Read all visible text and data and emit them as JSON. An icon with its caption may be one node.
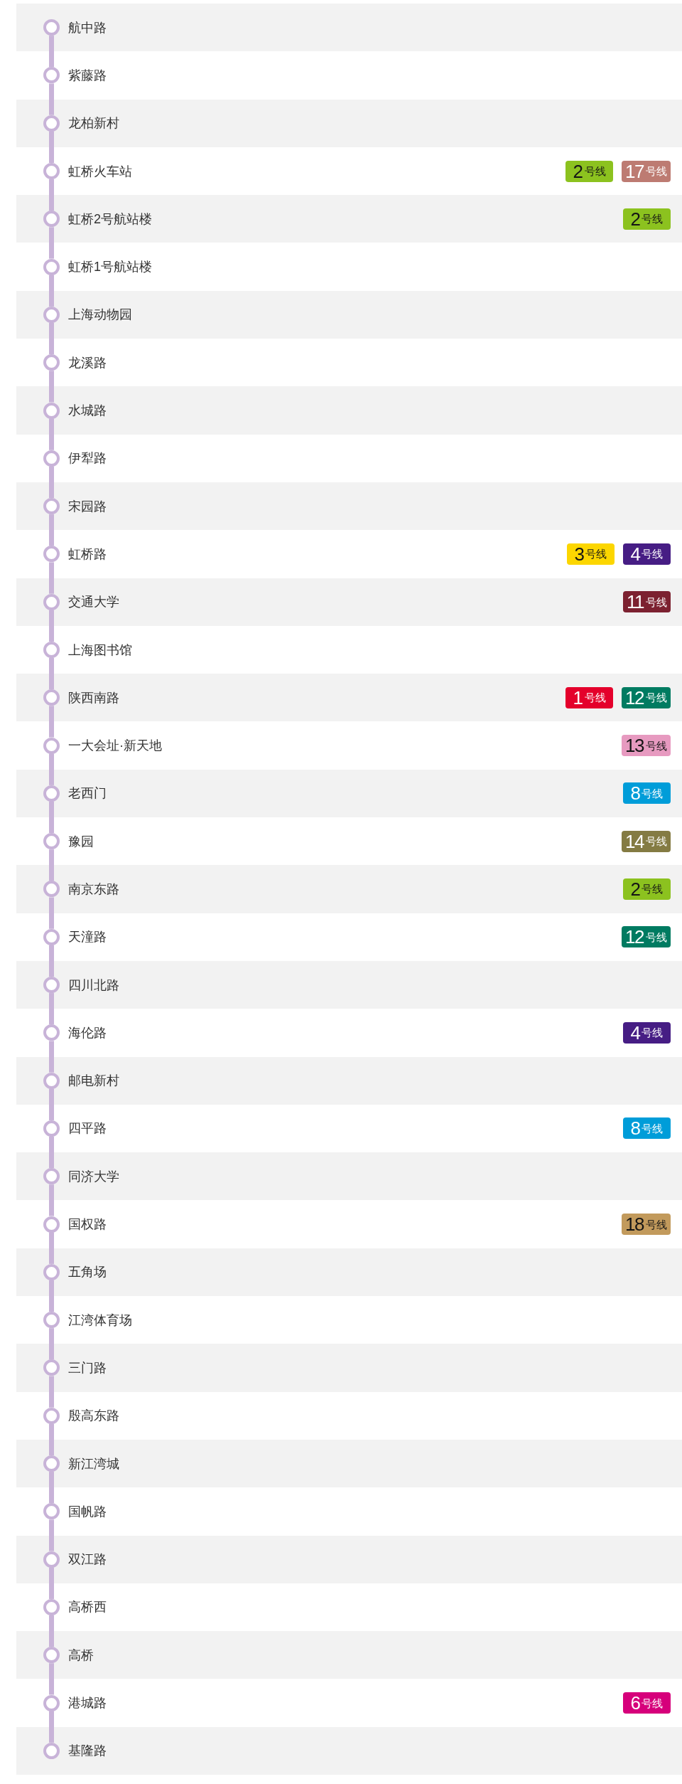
{
  "diagram": {
    "nodes": [
      {
        "text": [
          "航中路"
        ]
      },
      {
        "text": [],
        "shape": "circle",
        "in": 0
      },
      {
        "text": [
          "紫藤路"
        ]
      },
      {
        "text": [],
        "shape": "circle",
        "in": 2
      },
      {
        "text": [
          "龙柏新村"
        ]
      },
      {
        "text": [],
        "shape": "circle",
        "in": 4
      },
      {
        "text": [
          "虹桥火车站"
        ]
      },
      {
        "text": [],
        "shape": "circle",
        "in": 6
      },
      {
        "text": [
          "2",
          "号线"
        ],
        "in": 6
      },
      {
        "text": [
          "17",
          "号线"
        ],
        "in": 6
      },
      {
        "text": [
          "虹桥2号航站楼"
        ]
      },
      {
        "text": [],
        "shape": "circle",
        "in": 10
      },
      {
        "text": [
          "2",
          "号线"
        ],
        "in": 10
      },
      {
        "text": [
          "虹桥1号航站楼"
        ]
      },
      {
        "text": [],
        "shape": "circle",
        "in": 13
      },
      {
        "text": [
          "上海动物园"
        ]
      },
      {
        "text": [],
        "shape": "circle",
        "in": 15
      },
      {
        "text": [
          "龙溪路"
        ]
      },
      {
        "text": [],
        "shape": "circle",
        "in": 17
      },
      {
        "text": [
          "水城路"
        ]
      },
      {
        "text": [],
        "shape": "circle",
        "in": 19
      },
      {
        "text": [
          "伊犁路"
        ]
      },
      {
        "text": [],
        "shape": "circle",
        "in": 21
      },
      {
        "text": [
          "宋园路"
        ]
      },
      {
        "text": [],
        "shape": "circle",
        "in": 23
      },
      {
        "text": [
          "虹桥路"
        ]
      },
      {
        "text": [],
        "shape": "circle",
        "in": 25
      },
      {
        "text": [
          "3",
          "号线"
        ],
        "in": 25
      },
      {
        "text": [
          "4",
          "号线"
        ],
        "in": 25
      },
      {
        "text": [
          "交通大学"
        ]
      },
      {
        "text": [],
        "shape": "circle",
        "in": 29
      },
      {
        "text": [
          "11",
          "号线"
        ],
        "in": 29
      },
      {
        "text": [
          "上海图书馆"
        ]
      },
      {
        "text": [],
        "shape": "circle",
        "in": 32
      },
      {
        "text": [
          "陕西南路"
        ]
      },
      {
        "text": [],
        "shape": "circle",
        "in": 34
      },
      {
        "text": [
          "1",
          "号线"
        ],
        "in": 34
      },
      {
        "text": [
          "12",
          "号线"
        ],
        "in": 34
      },
      {
        "text": [
          "一大会址·新天地"
        ]
      },
      {
        "text": [],
        "shape": "circle",
        "in": 38
      },
      {
        "text": [
          "13",
          "号线"
        ],
        "in": 38
      },
      {
        "text": [
          "老西门"
        ]
      },
      {
        "text": [],
        "shape": "circle",
        "in": 41
      },
      {
        "text": [
          "8",
          "号线"
        ],
        "in": 41
      },
      {
        "text": [
          "豫园"
        ]
      },
      {
        "text": [],
        "shape": "circle",
        "in": 44
      },
      {
        "text": [
          "14",
          "号线"
        ],
        "in": 44
      },
      {
        "text": [
          "南京东路"
        ]
      },
      {
        "text": [],
        "shape": "circle",
        "in": 47
      },
      {
        "text": [
          "2",
          "号线"
        ],
        "in": 47
      },
      {
        "text": [
          "天潼路"
        ]
      },
      {
        "text": [],
        "shape": "circle",
        "in": 50
      },
      {
        "text": [
          "12",
          "号线"
        ],
        "in": 50
      },
      {
        "text": [
          "四川北路"
        ]
      },
      {
        "text": [],
        "shape": "circle",
        "in": 53
      },
      {
        "text": [
          "海伦路"
        ]
      },
      {
        "text": [],
        "shape": "circle",
        "in": 55
      },
      {
        "text": [
          "4",
          "号线"
        ],
        "in": 55
      },
      {
        "text": [
          "邮电新村"
        ]
      },
      {
        "text": [],
        "shape": "circle",
        "in": 58
      },
      {
        "text": [
          "四平路"
        ]
      },
      {
        "text": [],
        "shape": "circle",
        "in": 60
      },
      {
        "text": [
          "8",
          "号线"
        ],
        "in": 60
      },
      {
        "text": [
          "同济大学"
        ]
      },
      {
        "text": [],
        "shape": "circle",
        "in": 63
      },
      {
        "text": [
          "国权路"
        ]
      },
      {
        "text": [],
        "shape": "circle",
        "in": 65
      },
      {
        "text": [
          "18",
          "号线"
        ],
        "in": 65
      },
      {
        "text": [
          "五角场"
        ]
      },
      {
        "text": [],
        "shape": "circle",
        "in": 68
      },
      {
        "text": [
          "江湾体育场"
        ]
      },
      {
        "text": [],
        "shape": "circle",
        "in": 70
      },
      {
        "text": [
          "三门路"
        ]
      },
      {
        "text": [],
        "shape": "circle",
        "in": 72
      },
      {
        "text": [
          "殷高东路"
        ]
      },
      {
        "text": [],
        "shape": "circle",
        "in": 74
      },
      {
        "text": [
          "新江湾城"
        ]
      },
      {
        "text": [],
        "shape": "circle",
        "in": 76
      },
      {
        "text": [
          "国帆路"
        ]
      },
      {
        "text": [],
        "shape": "circle",
        "in": 78
      },
      {
        "text": [
          "双江路"
        ]
      },
      {
        "text": [],
        "shape": "circle",
        "in": 80
      },
      {
        "text": [
          "高桥西"
        ]
      },
      {
        "text": [],
        "shape": "circle",
        "in": 82
      },
      {
        "text": [
          "高桥"
        ]
      },
      {
        "text": [],
        "shape": "circle",
        "in": 84
      },
      {
        "text": [
          "港城路"
        ]
      },
      {
        "text": [],
        "shape": "circle",
        "in": 86
      },
      {
        "text": [
          "6",
          "号线"
        ],
        "in": 86
      },
      {
        "text": [
          "基隆路"
        ]
      },
      {
        "text": [],
        "shape": "circle",
        "in": 89
      }
    ],
    "edges": [
      {
        "from": 1,
        "to": 3,
        "arrow": "none"
      },
      {
        "from": 3,
        "to": 5,
        "arrow": "none"
      },
      {
        "from": 5,
        "to": 7,
        "arrow": "none"
      },
      {
        "from": 7,
        "to": 11,
        "arrow": "none"
      },
      {
        "from": 11,
        "to": 14,
        "arrow": "none"
      },
      {
        "from": 14,
        "to": 16,
        "arrow": "none"
      },
      {
        "from": 16,
        "to": 18,
        "arrow": "none"
      },
      {
        "from": 18,
        "to": 20,
        "arrow": "none"
      },
      {
        "from": 20,
        "to": 22,
        "arrow": "none"
      },
      {
        "from": 22,
        "to": 24,
        "arrow": "none"
      },
      {
        "from": 24,
        "to": 26,
        "arrow": "none"
      },
      {
        "from": 26,
        "to": 30,
        "arrow": "none"
      },
      {
        "from": 30,
        "to": 33,
        "arrow": "none"
      },
      {
        "from": 33,
        "to": 35,
        "arrow": "none"
      },
      {
        "from": 35,
        "to": 39,
        "arrow": "none"
      },
      {
        "from": 39,
        "to": 42,
        "arrow": "none"
      },
      {
        "from": 42,
        "to": 45,
        "arrow": "none"
      },
      {
        "from": 45,
        "to": 48,
        "arrow": "none"
      },
      {
        "from": 48,
        "to": 51,
        "arrow": "none"
      },
      {
        "from": 51,
        "to": 54,
        "arrow": "none"
      },
      {
        "from": 54,
        "to": 56,
        "arrow": "none"
      },
      {
        "from": 56,
        "to": 59,
        "arrow": "none"
      },
      {
        "from": 59,
        "to": 61,
        "arrow": "none"
      },
      {
        "from": 61,
        "to": 64,
        "arrow": "none"
      },
      {
        "from": 64,
        "to": 66,
        "arrow": "none"
      },
      {
        "from": 66,
        "to": 69,
        "arrow": "none"
      },
      {
        "from": 69,
        "to": 71,
        "arrow": "none"
      },
      {
        "from": 71,
        "to": 73,
        "arrow": "none"
      },
      {
        "from": 73,
        "to": 75,
        "arrow": "none"
      },
      {
        "from": 75,
        "to": 77,
        "arrow": "none"
      },
      {
        "from": 77,
        "to": 79,
        "arrow": "none"
      },
      {
        "from": 79,
        "to": 81,
        "arrow": "none"
      },
      {
        "from": 81,
        "to": 83,
        "arrow": "none"
      },
      {
        "from": 83,
        "to": 85,
        "arrow": "none"
      },
      {
        "from": 85,
        "to": 87,
        "arrow": "none"
      },
      {
        "from": 87,
        "to": 90,
        "arrow": "none"
      }
    ]
  }
}
